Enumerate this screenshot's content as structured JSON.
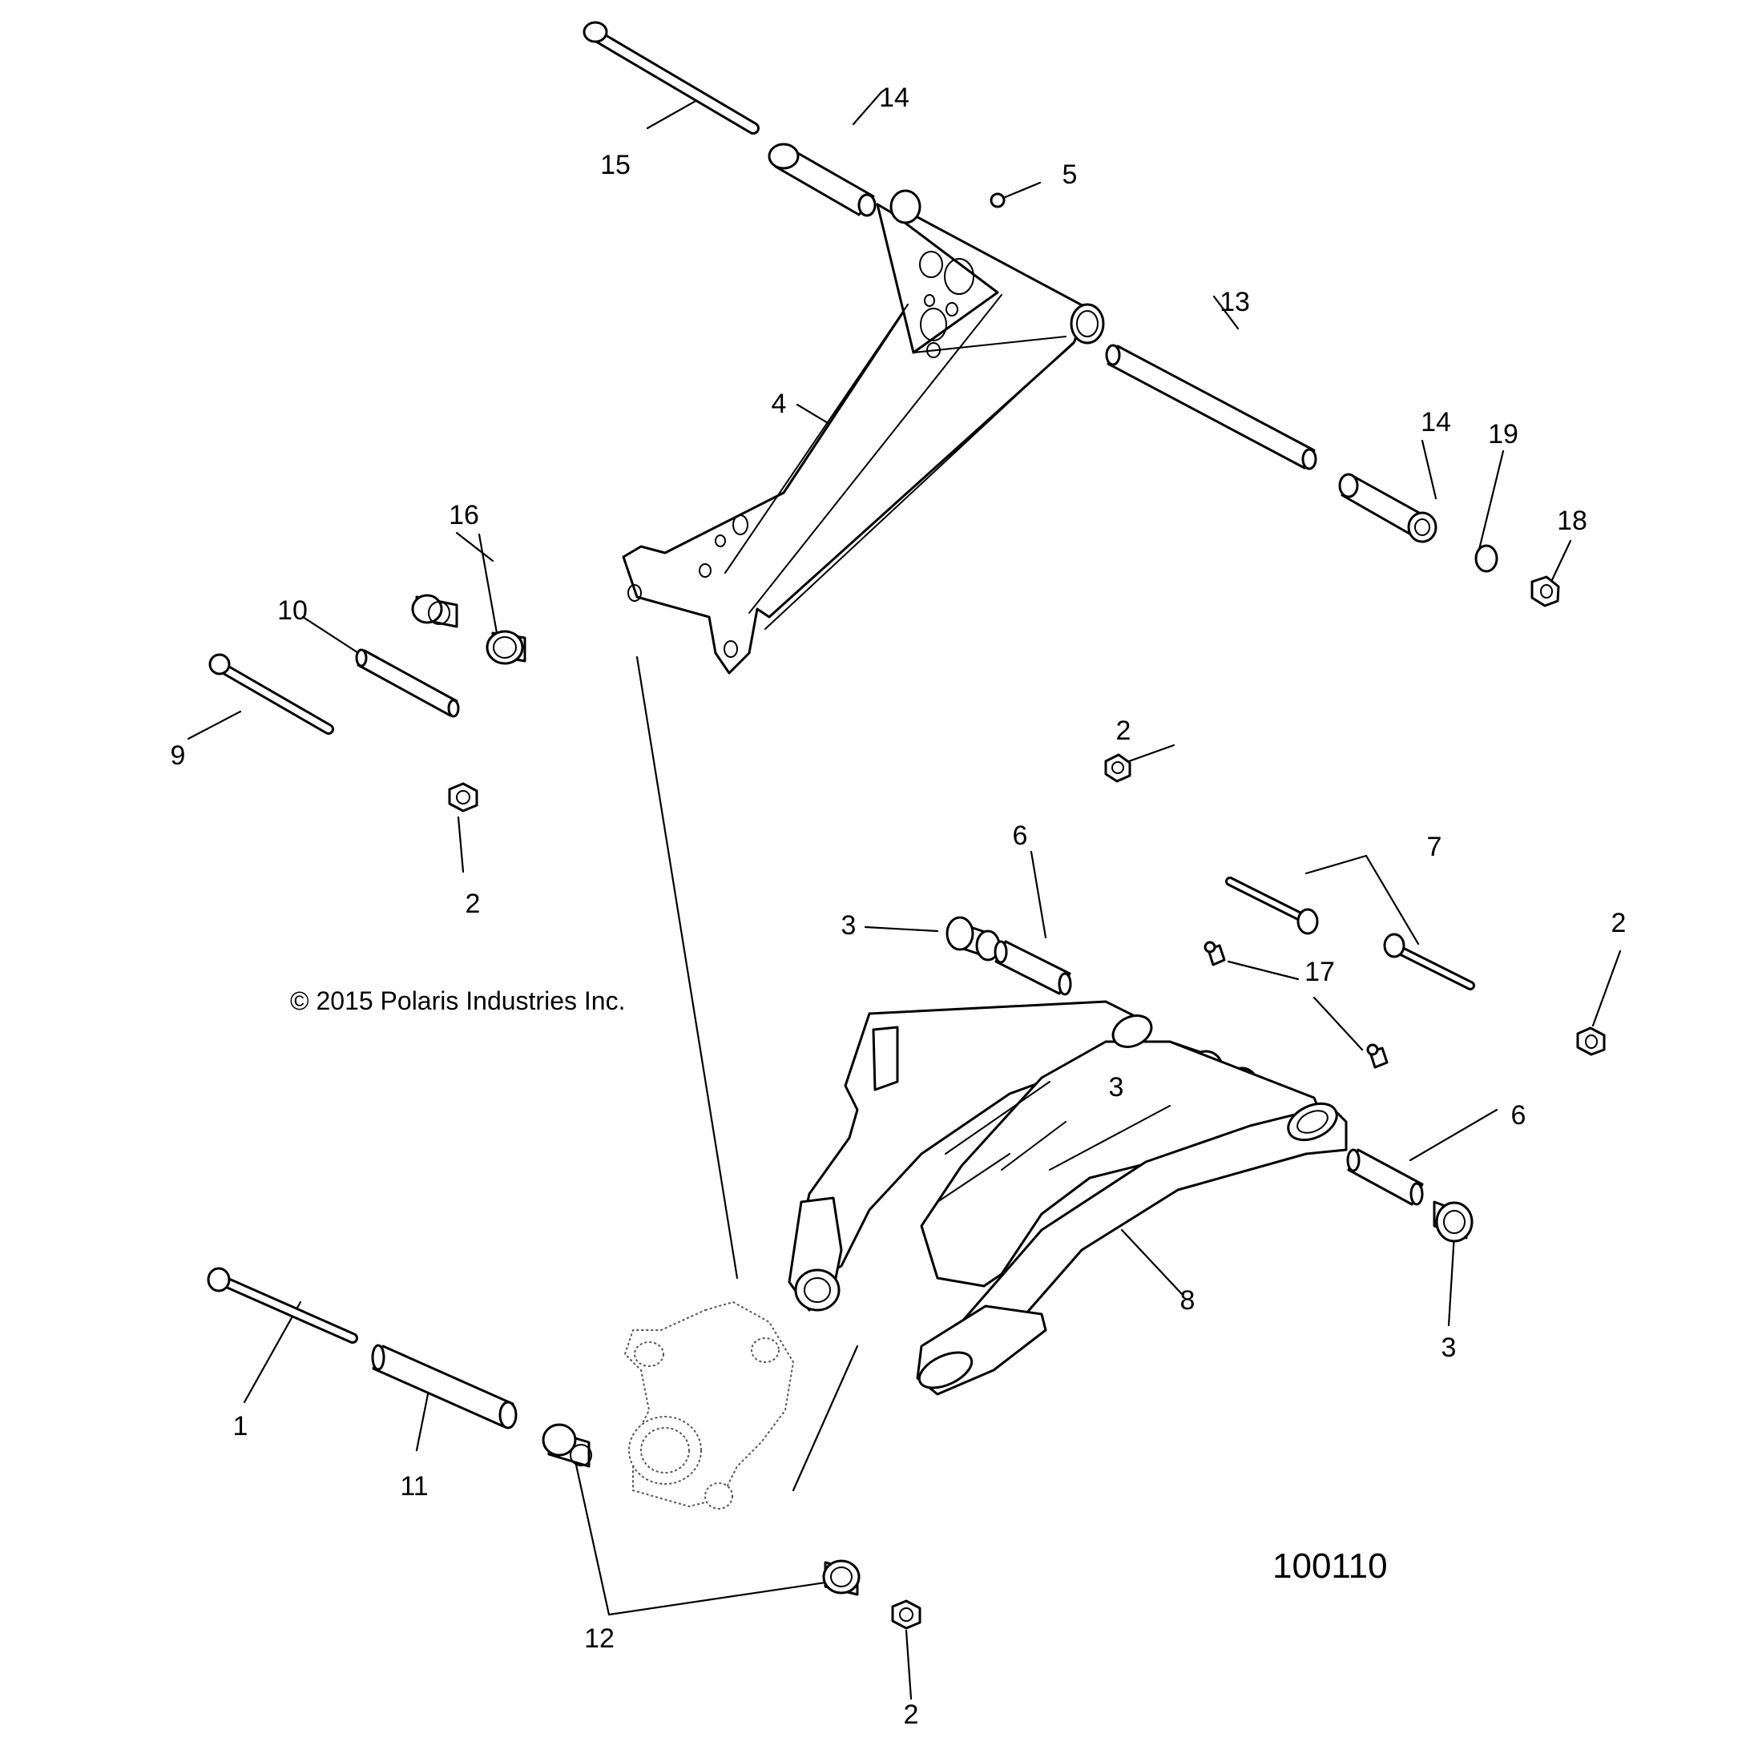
{
  "copyright": "© 2015 Polaris Industries Inc.",
  "diagram_number": "100110",
  "callouts": {
    "c1": "1",
    "c2a": "2",
    "c2b": "2",
    "c2c": "2",
    "c2d": "2",
    "c3a": "3",
    "c3b": "3",
    "c3c": "3",
    "c4": "4",
    "c5": "5",
    "c6a": "6",
    "c6b": "6",
    "c7": "7",
    "c8": "8",
    "c9": "9",
    "c10": "10",
    "c11": "11",
    "c12": "12",
    "c13": "13",
    "c14a": "14",
    "c14b": "14",
    "c15": "15",
    "c16": "16",
    "c17": "17",
    "c18": "18",
    "c19": "19"
  },
  "colors": {
    "line": "#000000",
    "background": "#ffffff"
  }
}
